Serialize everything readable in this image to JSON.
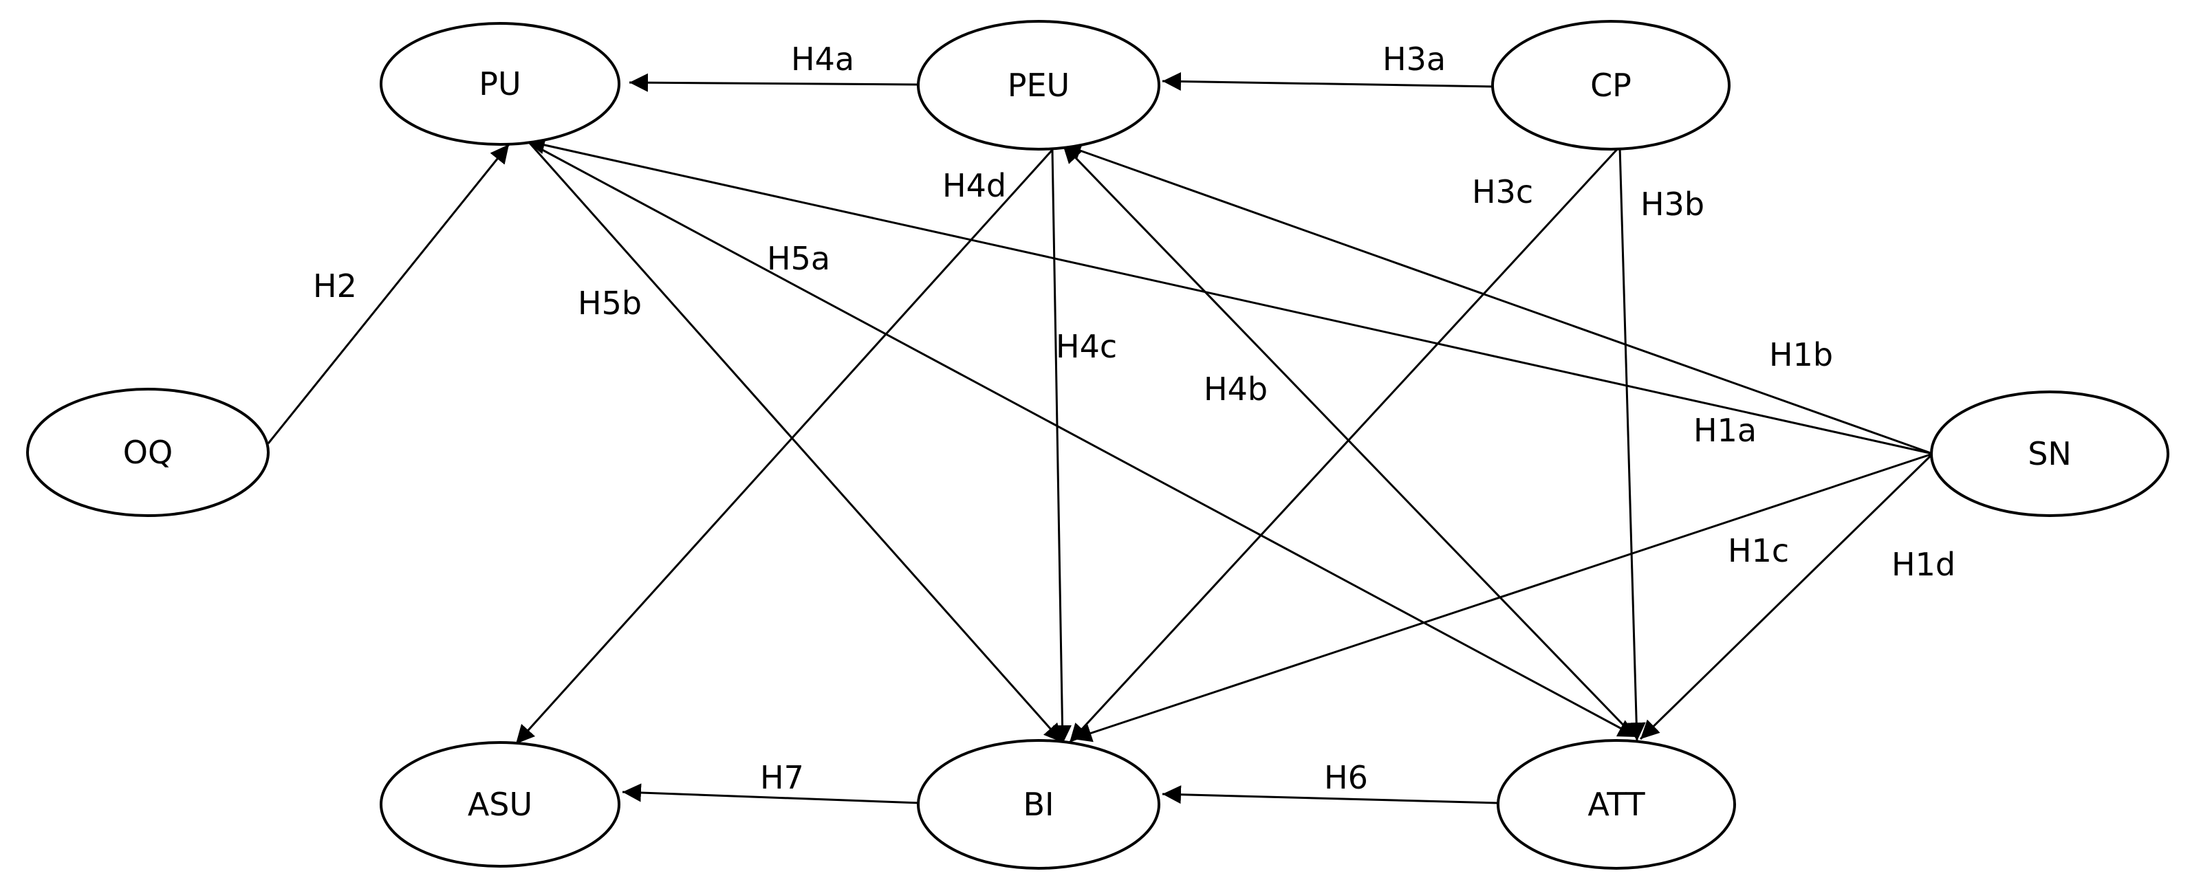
{
  "diagram": {
    "nodes": {
      "pu": "PU",
      "peu": "PEU",
      "cp": "CP",
      "oq": "OQ",
      "sn": "SN",
      "asu": "ASU",
      "bi": "BI",
      "att": "ATT"
    },
    "edges": [
      {
        "id": "h4a",
        "from": "PEU",
        "to": "PU",
        "label": "H4a"
      },
      {
        "id": "h3a",
        "from": "CP",
        "to": "PEU",
        "label": "H3a"
      },
      {
        "id": "h2",
        "from": "OQ",
        "to": "PU",
        "label": "H2"
      },
      {
        "id": "h4d",
        "from": "PEU",
        "to": "ASU",
        "label": "H4d"
      },
      {
        "id": "h4c",
        "from": "PEU",
        "to": "BI",
        "label": "H4c"
      },
      {
        "id": "h4b",
        "from": "ATT",
        "to": "PEU",
        "label": "H4b"
      },
      {
        "id": "h5b",
        "from": "PU",
        "to": "BI",
        "label": "H5b"
      },
      {
        "id": "h5a",
        "from": "PU",
        "to": "ATT",
        "label": "H5a"
      },
      {
        "id": "h3c",
        "from": "CP",
        "to": "BI",
        "label": "H3c"
      },
      {
        "id": "h3b",
        "from": "CP",
        "to": "ATT",
        "label": "H3b"
      },
      {
        "id": "h1b",
        "from": "SN",
        "to": "PEU",
        "label": "H1b"
      },
      {
        "id": "h1a",
        "from": "SN",
        "to": "PU",
        "label": "H1a"
      },
      {
        "id": "h1c",
        "from": "SN",
        "to": "BI",
        "label": "H1c"
      },
      {
        "id": "h1d",
        "from": "SN",
        "to": "ATT",
        "label": "H1d"
      },
      {
        "id": "h6",
        "from": "ATT",
        "to": "BI",
        "label": "H6"
      },
      {
        "id": "h7",
        "from": "BI",
        "to": "ASU",
        "label": "H7"
      }
    ]
  }
}
